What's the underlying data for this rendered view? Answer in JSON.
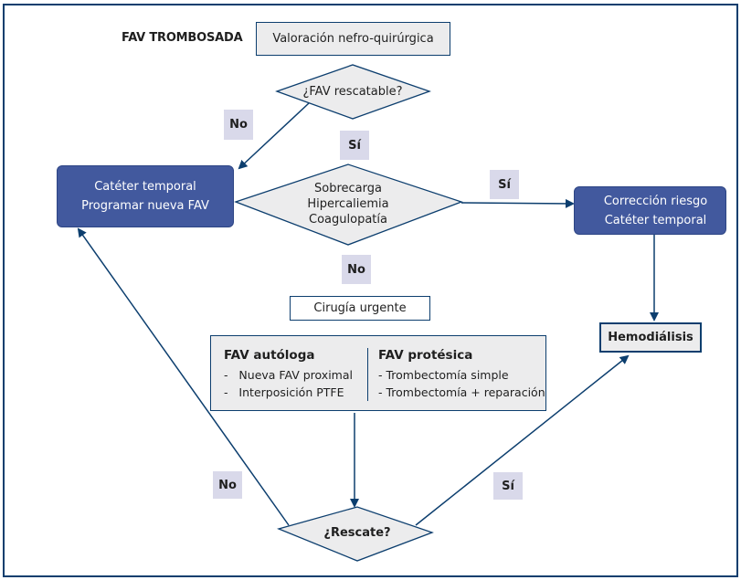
{
  "title": "FAV TROMBOSADA",
  "nodes": {
    "valoracion": "Valoración nefro-quirúrgica",
    "rescatable": "¿FAV rescatable?",
    "cateter_left": [
      "Catéter temporal",
      "Programar nueva FAV"
    ],
    "riesgos": [
      "Sobrecarga",
      "Hipercaliemia",
      "Coagulopatía"
    ],
    "correccion": [
      "Corrección riesgo",
      "Catéter temporal"
    ],
    "cirugia": "Cirugía urgente",
    "autologa": {
      "heading": "FAV autóloga",
      "items": [
        "-   Nueva FAV proximal",
        "-   Interposición PTFE"
      ]
    },
    "protesica": {
      "heading": "FAV protésica",
      "items": [
        "- Trombectomía simple",
        "- Trombectomía + reparación"
      ]
    },
    "hemodialisis": "Hemodiálisis",
    "rescate": "¿Rescate?"
  },
  "labels": {
    "no_top": "No",
    "si_top": "Sí",
    "si_right": "Sí",
    "no_mid": "No",
    "no_bottom": "No",
    "si_bottom": "Sí"
  },
  "colors": {
    "navy": "#0c3e6e",
    "box_blue": "#42599e",
    "label_bg": "#d9d9ea",
    "gray_bg": "#ececed"
  }
}
